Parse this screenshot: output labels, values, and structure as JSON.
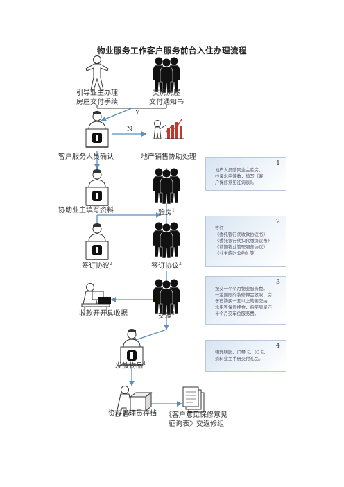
{
  "title": "物业服务工作客户服务前台入住办理流程",
  "nodes": {
    "guide_label": [
      "引导业主办理",
      "房屋交付手续"
    ],
    "notice_label": [
      "交房房屋",
      "交付通知书"
    ],
    "confirm_label": "客户服务人员确认",
    "sales_label": "地产销售协助处理",
    "fill_label": "协助业主填写资料",
    "inspect_label": "验房",
    "inspect_sup": "1",
    "sign_left_label": "签订协议",
    "sign_left_sup": "2",
    "sign_right_label": "签订协议",
    "sign_right_sup": "2",
    "receipt_label": "收款开开具收据",
    "payment_label": "交款",
    "payment_sup": "3",
    "distribute_label": "发放物品",
    "distribute_sup": "4",
    "archive_label": "资料管理员存档",
    "survey_label": [
      "《客户意见保修意见",
      "征询表》交返修组"
    ]
  },
  "branches": {
    "yes": "Y",
    "no": "N"
  },
  "notes": [
    {
      "num": "1",
      "lines": [
        "地产人员陪同业主验房，",
        "抄录水电读数，填写《客",
        "户保修意见征询表》。"
      ]
    },
    {
      "num": "2",
      "lines": [
        "签订",
        "《委托银行代收款协议书》",
        "《委托银行代扣代缴协议书》",
        "《前期物业管理服务协议》",
        "《业主临时公约》等"
      ]
    },
    {
      "num": "3",
      "lines": [
        "按交一个个月物业服务费。",
        "一定期限的装修押金收取，房",
        "子已购买一套以上的要交纳",
        "水电等保修押金，购买房屋还",
        "半个月交车位服务费。"
      ]
    },
    {
      "num": "4",
      "lines": [
        "钥匙钥匙、门禁卡、IC卡、",
        "资料业主手册交付礼品。"
      ]
    }
  ],
  "colors": {
    "arrow": "#5b8fbe",
    "line": "#3a3a3a",
    "note_border": "#b7c9dd",
    "dark": "#111111"
  }
}
